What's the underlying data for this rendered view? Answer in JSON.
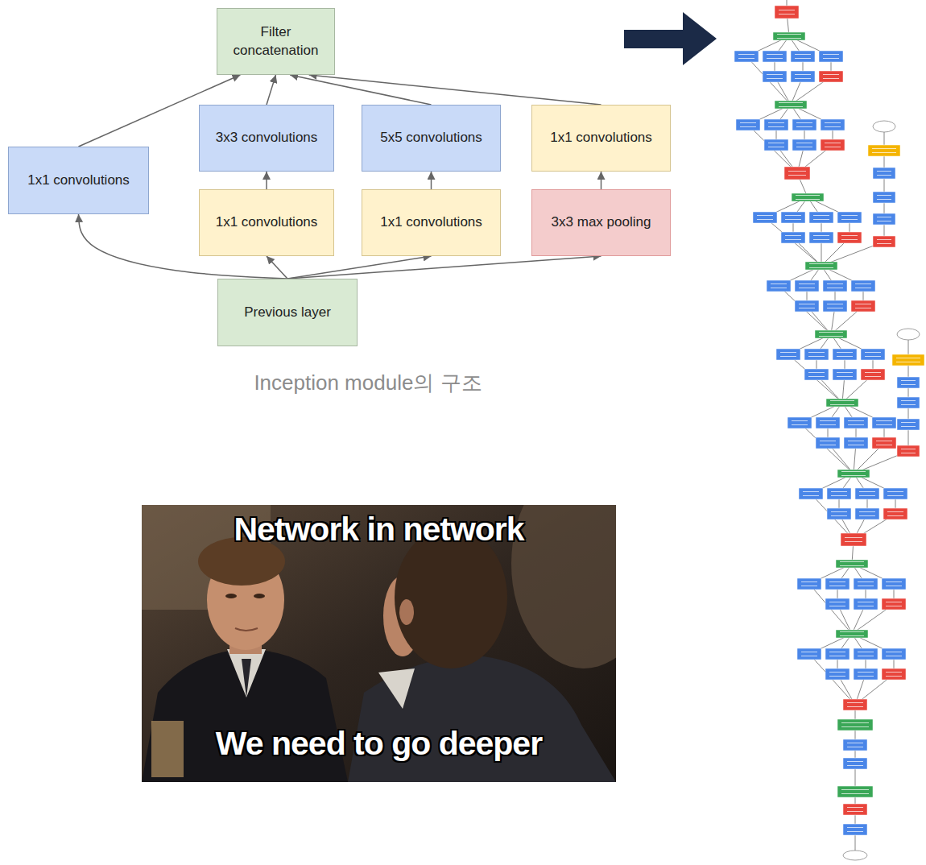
{
  "diagram": {
    "caption": "Inception module의 구조",
    "nodes": [
      {
        "text": [
          "Filter concatenation"
        ]
      },
      {
        "text": [
          "1x1 convolutions"
        ]
      },
      {
        "text": [
          "3x3 convolutions"
        ]
      },
      {
        "text": [
          "5x5 convolutions"
        ]
      },
      {
        "text": [
          "1x1 convolutions"
        ]
      },
      {
        "text": [
          "1x1 convolutions"
        ]
      },
      {
        "text": [
          "1x1 convolutions"
        ]
      },
      {
        "text": [
          "3x3 max pooling"
        ]
      },
      {
        "text": [
          "Previous layer"
        ]
      }
    ],
    "edges": [
      {
        "from": 8,
        "to": 1,
        "arrow": "to"
      },
      {
        "from": 8,
        "to": 5,
        "arrow": "to"
      },
      {
        "from": 8,
        "to": 6,
        "arrow": "to"
      },
      {
        "from": 8,
        "to": 7,
        "arrow": "to"
      },
      {
        "from": 5,
        "to": 2,
        "arrow": "to"
      },
      {
        "from": 6,
        "to": 3,
        "arrow": "to"
      },
      {
        "from": 7,
        "to": 4,
        "arrow": "to"
      },
      {
        "from": 1,
        "to": 0,
        "arrow": "to"
      },
      {
        "from": 2,
        "to": 0,
        "arrow": "to"
      },
      {
        "from": 3,
        "to": 0,
        "arrow": "to"
      },
      {
        "from": 4,
        "to": 0,
        "arrow": "to"
      }
    ],
    "labels": [
      "Network in network",
      "We need to go deeper"
    ]
  }
}
